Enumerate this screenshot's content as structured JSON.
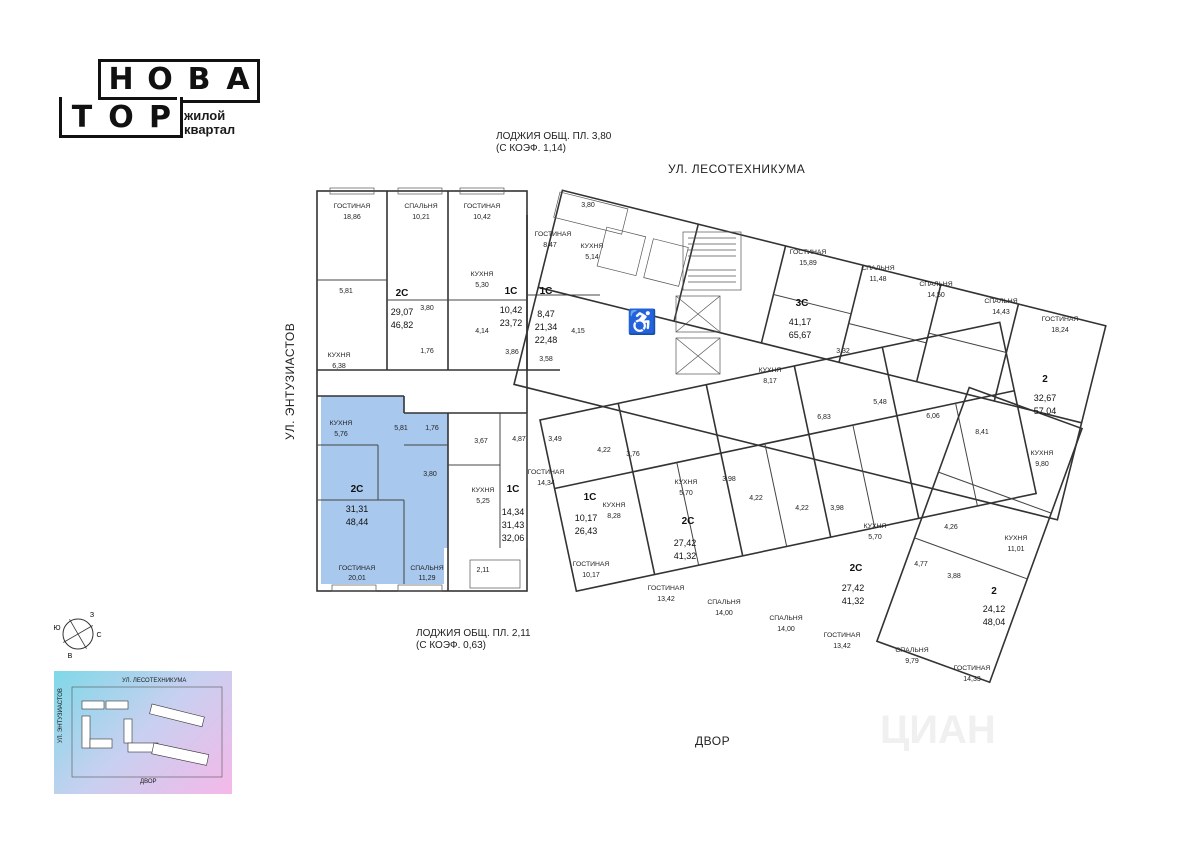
{
  "logo": {
    "letters_top": [
      "Н",
      "О",
      "В",
      "А"
    ],
    "letters_bottom": [
      "Т",
      "О",
      "Р"
    ],
    "subtitle_line1": "жилой",
    "subtitle_line2": "квартал"
  },
  "streets": {
    "west": "УЛ. ЭНТУЗИАСТОВ",
    "north": "УЛ. ЛЕСОТЕХНИКУМА",
    "south": "ДВОР"
  },
  "notes": {
    "loggia_top_line1": "ЛОДЖИЯ ОБЩ. ПЛ. 3,80",
    "loggia_top_line2": "(С КОЭФ. 1,14)",
    "loggia_bottom_line1": "ЛОДЖИЯ ОБЩ. ПЛ. 2,11",
    "loggia_bottom_line2": "(С КОЭФ. 0,63)"
  },
  "compass": {
    "n": "З",
    "e": "С",
    "s": "В",
    "w": "Ю"
  },
  "minimap": {
    "north": "УЛ. ЛЕСОТЕХНИКУМА",
    "west": "УЛ. ЭНТУЗИАСТОВ",
    "south": "ДВОР"
  },
  "watermark": "ЦИАН",
  "colors": {
    "highlight": "#a8c8ee",
    "minimap_from": "#7fd8e8",
    "minimap_to": "#f5b8e8"
  },
  "rooms": [
    {
      "id": "r1",
      "name": "ГОСТИНАЯ",
      "area": "18,86"
    },
    {
      "id": "r2",
      "name": "СПАЛЬНЯ",
      "area": "10,21"
    },
    {
      "id": "r3",
      "name": "ГОСТИНАЯ",
      "area": "10,42"
    },
    {
      "id": "r4",
      "name": "ГОСТИНАЯ",
      "area": "8,47"
    },
    {
      "id": "r5",
      "name": "КУХНЯ",
      "area": "5,14"
    },
    {
      "id": "r6",
      "name": "КУХНЯ",
      "area": "5,30"
    },
    {
      "id": "r7",
      "name": "КУХНЯ",
      "area": "6,38"
    },
    {
      "id": "r8",
      "name": "КУХНЯ",
      "area": "5,76"
    },
    {
      "id": "r9",
      "name": "ГОСТИНАЯ",
      "area": "20,01"
    },
    {
      "id": "r10",
      "name": "СПАЛЬНЯ",
      "area": "11,29"
    },
    {
      "id": "r11",
      "name": "КУХНЯ",
      "area": "5,25"
    },
    {
      "id": "r12",
      "name": "ГОСТИНАЯ",
      "area": "14,34"
    },
    {
      "id": "r13",
      "name": "КУХНЯ",
      "area": "8,28"
    },
    {
      "id": "r14",
      "name": "ГОСТИНАЯ",
      "area": "10,17"
    },
    {
      "id": "r15",
      "name": "КУХНЯ",
      "area": "5,70"
    },
    {
      "id": "r16",
      "name": "ГОСТИНАЯ",
      "area": "13,42"
    },
    {
      "id": "r17",
      "name": "СПАЛЬНЯ",
      "area": "14,00"
    },
    {
      "id": "r18",
      "name": "СПАЛЬНЯ",
      "area": "14,00"
    },
    {
      "id": "r19",
      "name": "КУХНЯ",
      "area": "5,70"
    },
    {
      "id": "r20",
      "name": "ГОСТИНАЯ",
      "area": "13,42"
    },
    {
      "id": "r21",
      "name": "СПАЛЬНЯ",
      "area": "9,79"
    },
    {
      "id": "r22",
      "name": "ГОСТИНАЯ",
      "area": "14,33"
    },
    {
      "id": "r23",
      "name": "КУХНЯ",
      "area": "11,01"
    },
    {
      "id": "r24",
      "name": "КУХНЯ",
      "area": "9,80"
    },
    {
      "id": "r25",
      "name": "ГОСТИНАЯ",
      "area": "18,24"
    },
    {
      "id": "r26",
      "name": "СПАЛЬНЯ",
      "area": "14,43"
    },
    {
      "id": "r27",
      "name": "СПАЛЬНЯ",
      "area": "14,50"
    },
    {
      "id": "r28",
      "name": "СПАЛЬНЯ",
      "area": "11,48"
    },
    {
      "id": "r29",
      "name": "ГОСТИНАЯ",
      "area": "15,89"
    },
    {
      "id": "r30",
      "name": "КУХНЯ",
      "area": "8,17"
    }
  ],
  "apartments": [
    {
      "id": "a1",
      "type": "2С",
      "living": "29,07",
      "total": "46,82"
    },
    {
      "id": "a2",
      "type": "1С",
      "living": "10,42",
      "total": "23,72"
    },
    {
      "id": "a3",
      "type": "1С",
      "living": "8,47",
      "total": "21,34",
      "total2": "22,48"
    },
    {
      "id": "a4",
      "type": "2С",
      "living": "31,31",
      "total": "48,44"
    },
    {
      "id": "a5",
      "type": "1С",
      "living": "14,34",
      "total": "31,43",
      "total2": "32,06"
    },
    {
      "id": "a6",
      "type": "1С",
      "living": "10,17",
      "total": "26,43"
    },
    {
      "id": "a7",
      "type": "2С",
      "living": "27,42",
      "total": "41,32"
    },
    {
      "id": "a8",
      "type": "2С",
      "living": "27,42",
      "total": "41,32"
    },
    {
      "id": "a9",
      "type": "2",
      "living": "24,12",
      "total": "48,04"
    },
    {
      "id": "a10",
      "type": "2",
      "living": "32,67",
      "total": "57,04"
    },
    {
      "id": "a11",
      "type": "3С",
      "living": "41,17",
      "total": "65,67"
    }
  ],
  "areas": [
    {
      "id": "s1",
      "v": "5,81"
    },
    {
      "id": "s2",
      "v": "3,80"
    },
    {
      "id": "s3",
      "v": "1,76"
    },
    {
      "id": "s4",
      "v": "4,14"
    },
    {
      "id": "s5",
      "v": "3,86"
    },
    {
      "id": "s6",
      "v": "4,15"
    },
    {
      "id": "s7",
      "v": "3,58"
    },
    {
      "id": "s8",
      "v": "3,80"
    },
    {
      "id": "s9",
      "v": "5,81"
    },
    {
      "id": "s10",
      "v": "1,76"
    },
    {
      "id": "s11",
      "v": "3,80"
    },
    {
      "id": "s12",
      "v": "3,67"
    },
    {
      "id": "s13",
      "v": "4,87"
    },
    {
      "id": "s14",
      "v": "3,49"
    },
    {
      "id": "s15",
      "v": "2,11"
    },
    {
      "id": "s16",
      "v": "4,22"
    },
    {
      "id": "s17",
      "v": "3,76"
    },
    {
      "id": "s18",
      "v": "3,98"
    },
    {
      "id": "s19",
      "v": "4,22"
    },
    {
      "id": "s20",
      "v": "4,22"
    },
    {
      "id": "s21",
      "v": "3,98"
    },
    {
      "id": "s22",
      "v": "4,77"
    },
    {
      "id": "s23",
      "v": "4,26"
    },
    {
      "id": "s24",
      "v": "3,88"
    },
    {
      "id": "s25",
      "v": "8,41"
    },
    {
      "id": "s26",
      "v": "6,06"
    },
    {
      "id": "s27",
      "v": "5,48"
    },
    {
      "id": "s28",
      "v": "6,83"
    },
    {
      "id": "s29",
      "v": "3,32"
    }
  ]
}
